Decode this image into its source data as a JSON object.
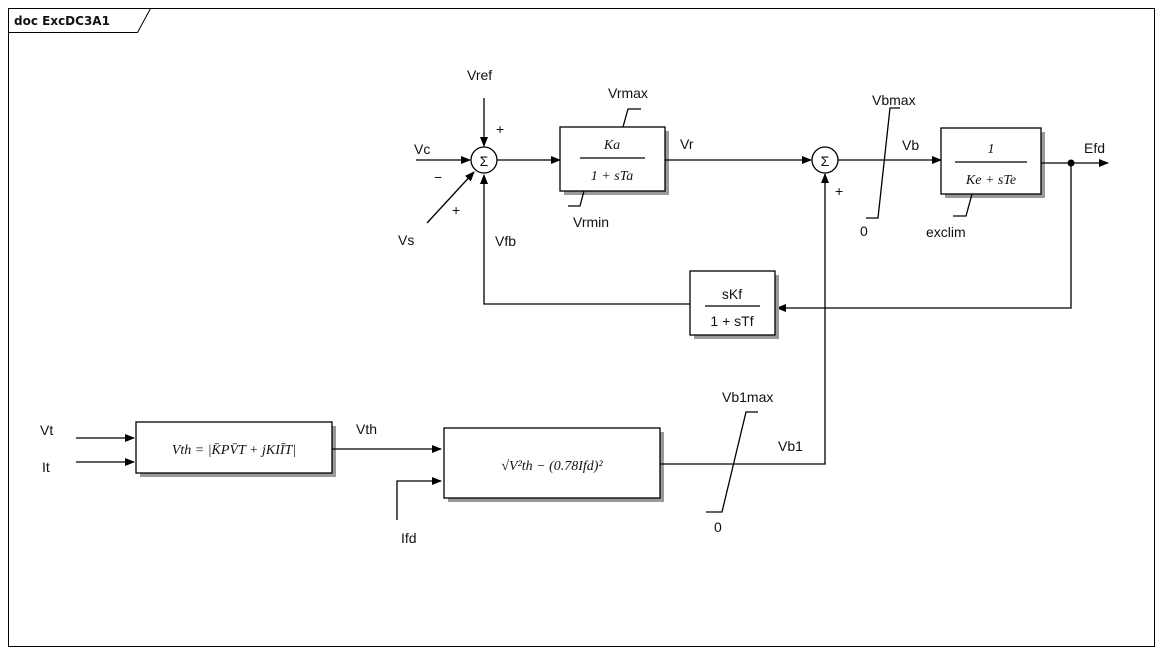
{
  "frame": {
    "title": "doc ExcDC3A1"
  },
  "signals": {
    "vref": "Vref",
    "vc": "Vc",
    "vs": "Vs",
    "vfb": "Vfb",
    "vr": "Vr",
    "vb": "Vb",
    "efd": "Efd",
    "vrmax": "Vrmax",
    "vrmin": "Vrmin",
    "vbmax": "Vbmax",
    "vb_zero": "0",
    "exclim": "exclim",
    "vt": "Vt",
    "it": "It",
    "vth": "Vth",
    "ifd": "Ifd",
    "vb1": "Vb1",
    "vb1max": "Vb1max",
    "vb1_zero": "0"
  },
  "signs": {
    "vref_plus": "+",
    "vc_minus": "−",
    "vs_plus": "+",
    "sum2_plus": "+"
  },
  "summing": {
    "symbol": "Σ"
  },
  "blocks": {
    "regulator": {
      "num": "Ka",
      "den": "1 + sTa"
    },
    "exciter": {
      "num": "1",
      "den": "Ke + sTe"
    },
    "feedback": {
      "num": "sKf",
      "den": "1 + sTf"
    },
    "vth_calc": {
      "expr": "Vth = |K̄PV̄T + jKIĪT|"
    },
    "vb1_calc": {
      "expr": "√V²th − (0.78Ifd)²"
    }
  }
}
